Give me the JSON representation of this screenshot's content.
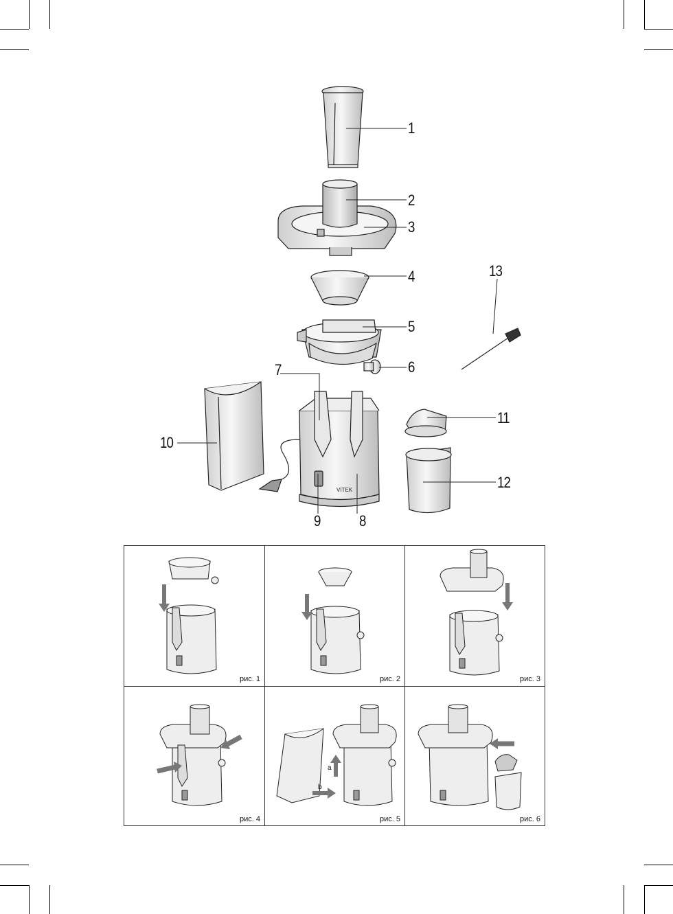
{
  "callouts": [
    "1",
    "2",
    "3",
    "4",
    "5",
    "6",
    "7",
    "8",
    "9",
    "10",
    "11",
    "12",
    "13"
  ],
  "brand": "VITEK",
  "steps": [
    {
      "caption": "рис. 1"
    },
    {
      "caption": "рис. 2"
    },
    {
      "caption": "рис. 3"
    },
    {
      "caption": "рис. 4"
    },
    {
      "caption": "рис. 5",
      "labels": [
        "a",
        "b"
      ]
    },
    {
      "caption": "рис. 6"
    }
  ]
}
